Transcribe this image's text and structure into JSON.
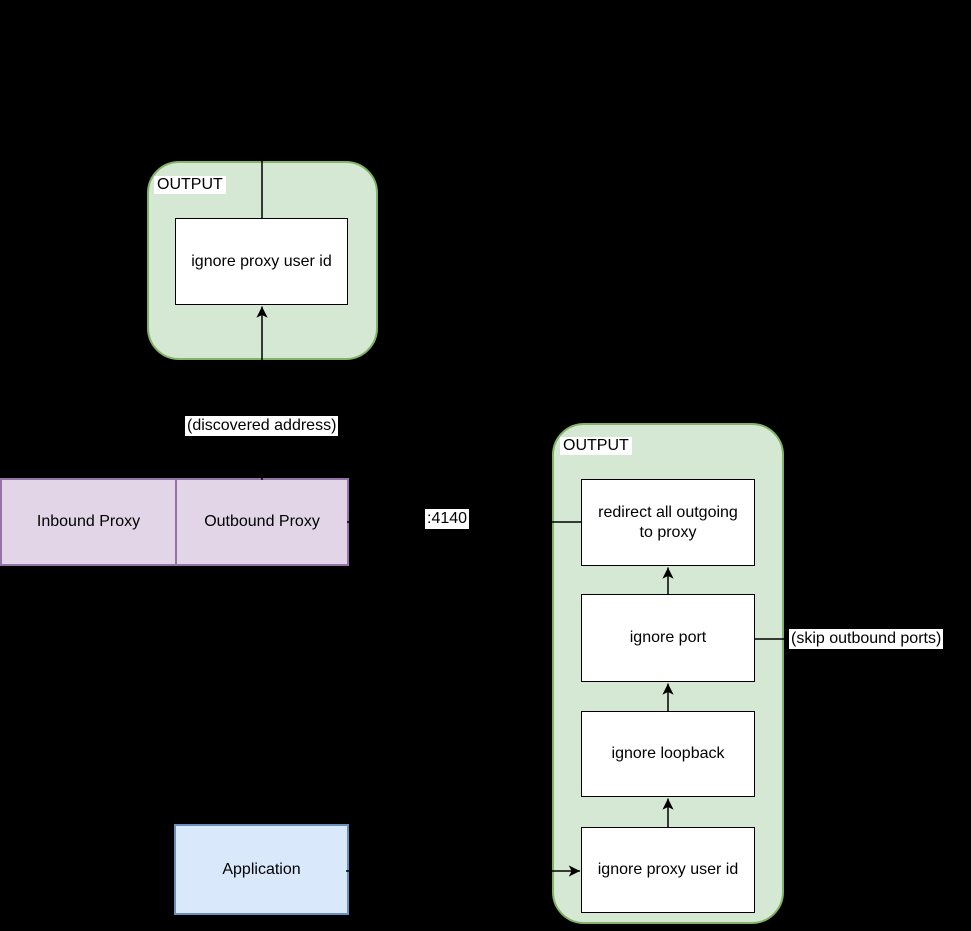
{
  "colors": {
    "background": "#000000",
    "group_fill": "#d5e8d4",
    "group_stroke": "#82b366",
    "proxy_fill": "#e1d5e7",
    "proxy_stroke": "#9673a6",
    "app_fill": "#dae8fc",
    "app_stroke": "#6c8ebf",
    "node_fill": "#ffffff",
    "node_stroke": "#000000",
    "edge_color": "#000000",
    "label_background": "#ffffff"
  },
  "top_output": {
    "label": "OUTPUT",
    "nodes": [
      {
        "label": "ignore proxy user id"
      }
    ]
  },
  "right_output": {
    "label": "OUTPUT",
    "nodes": [
      {
        "label": "redirect all outgoing to proxy"
      },
      {
        "label": "ignore port"
      },
      {
        "label": "ignore loopback"
      },
      {
        "label": "ignore proxy user id"
      }
    ]
  },
  "proxies": {
    "inbound": "Inbound Proxy",
    "outbound": "Outbound Proxy"
  },
  "application": {
    "label": "Application"
  },
  "edge_labels": {
    "discovered_address": "(discovered address)",
    "outbound_port": ":4140",
    "skip_outbound_ports": "(skip outbound ports)"
  }
}
